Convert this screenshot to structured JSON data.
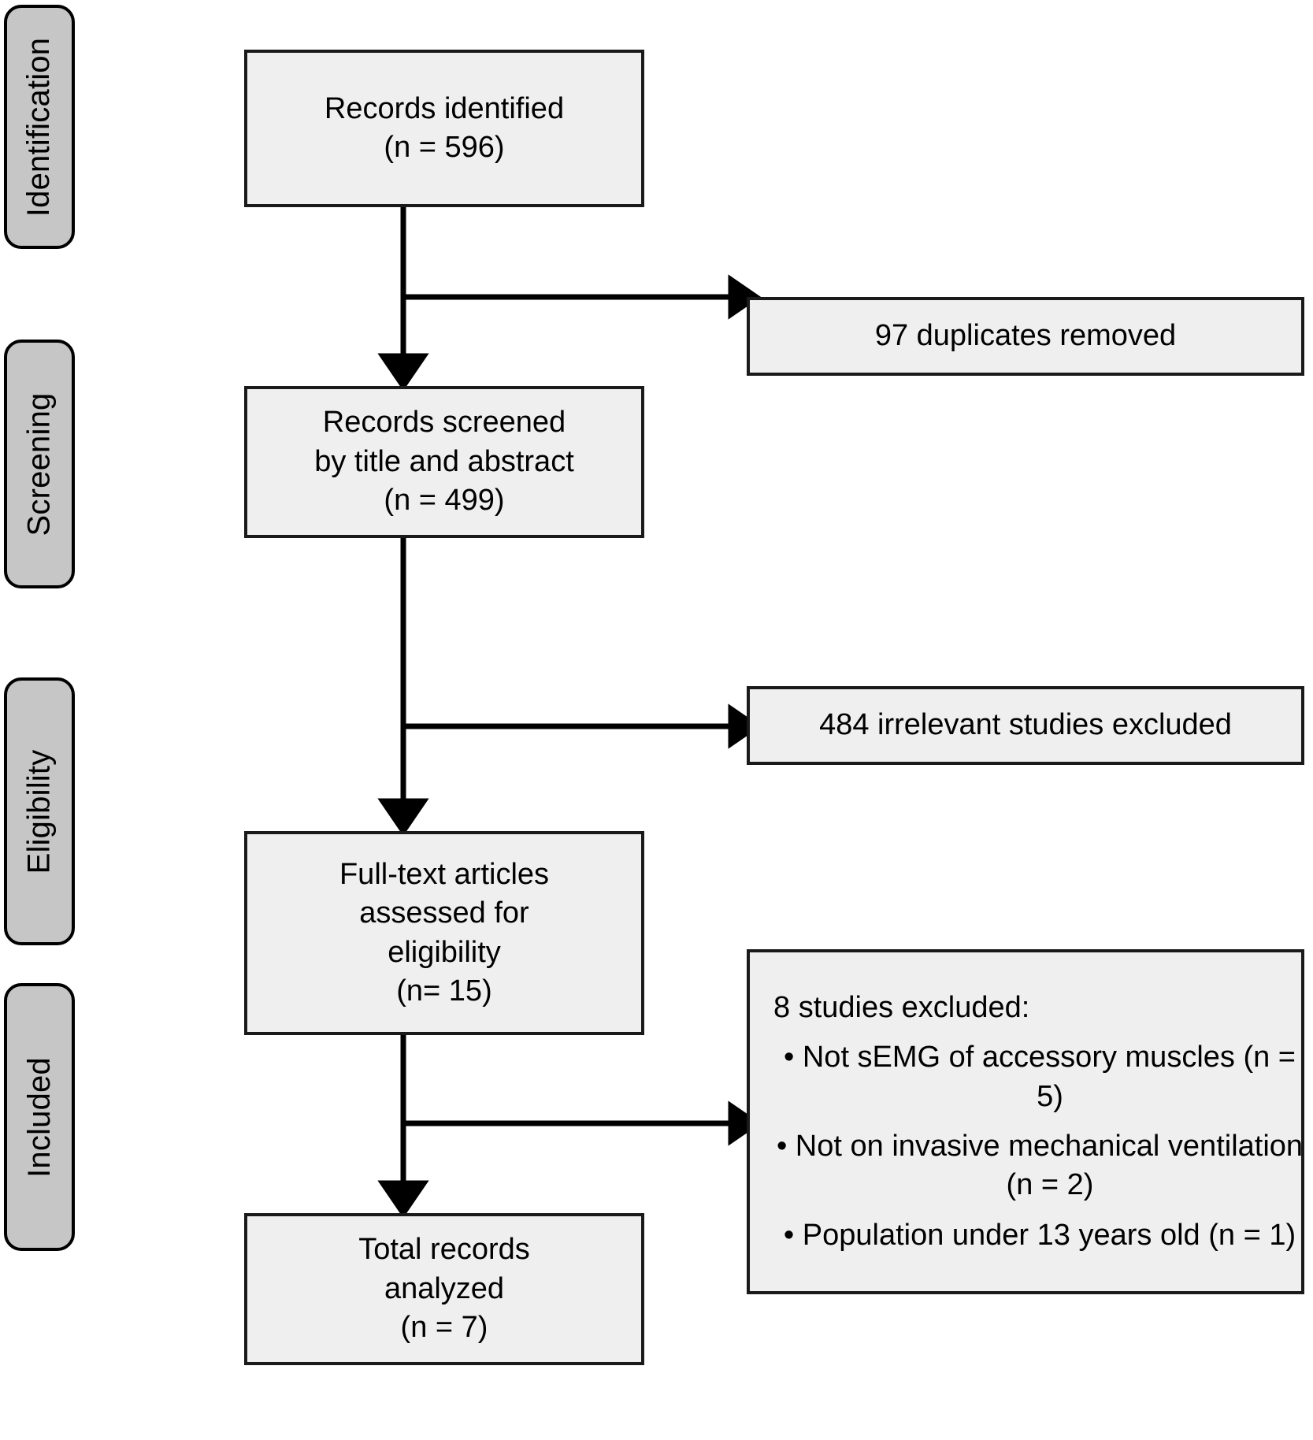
{
  "diagram": {
    "type": "prisma-flow-diagram",
    "colors": {
      "stage_label_fill": "#c6c6c6",
      "box_fill": "#efefef",
      "stroke": "#1a1a1a",
      "text": "#000000",
      "page_background": "#ffffff"
    },
    "stages": [
      {
        "id": "identification",
        "label": "Identification"
      },
      {
        "id": "screening",
        "label": "Screening"
      },
      {
        "id": "eligibility",
        "label": "Eligibility"
      },
      {
        "id": "included",
        "label": "Included"
      }
    ],
    "boxes": {
      "records_identified": {
        "line1": "Records identified",
        "line2": "(n = 596)"
      },
      "duplicates_removed": {
        "line1": "97 duplicates removed"
      },
      "records_screened": {
        "line1": "Records screened",
        "line2": "by title and abstract",
        "line3": "(n = 499)"
      },
      "irrelevant_excluded": {
        "line1": "484 irrelevant studies excluded"
      },
      "fulltext_assessed": {
        "line1": "Full-text articles",
        "line2": "assessed for",
        "line3": "eligibility",
        "line4": "(n= 15)"
      },
      "studies_excluded": {
        "header": "8 studies excluded:",
        "bullets": [
          "• Not sEMG of accessory muscles (n = 5)",
          "• Not on invasive mechanical ventilation (n = 2)",
          "• Population under 13 years old (n = 1)"
        ]
      },
      "total_analyzed": {
        "line1": "Total records",
        "line2": "analyzed",
        "line3": "(n = 7)"
      }
    },
    "counts": {
      "identified": 596,
      "duplicates_removed": 97,
      "screened": 499,
      "irrelevant_excluded": 484,
      "fulltext_assessed": 15,
      "studies_excluded_total": 8,
      "excluded_not_semg": 5,
      "excluded_not_invasive_mv": 2,
      "excluded_under_13": 1,
      "total_analyzed": 7
    }
  }
}
